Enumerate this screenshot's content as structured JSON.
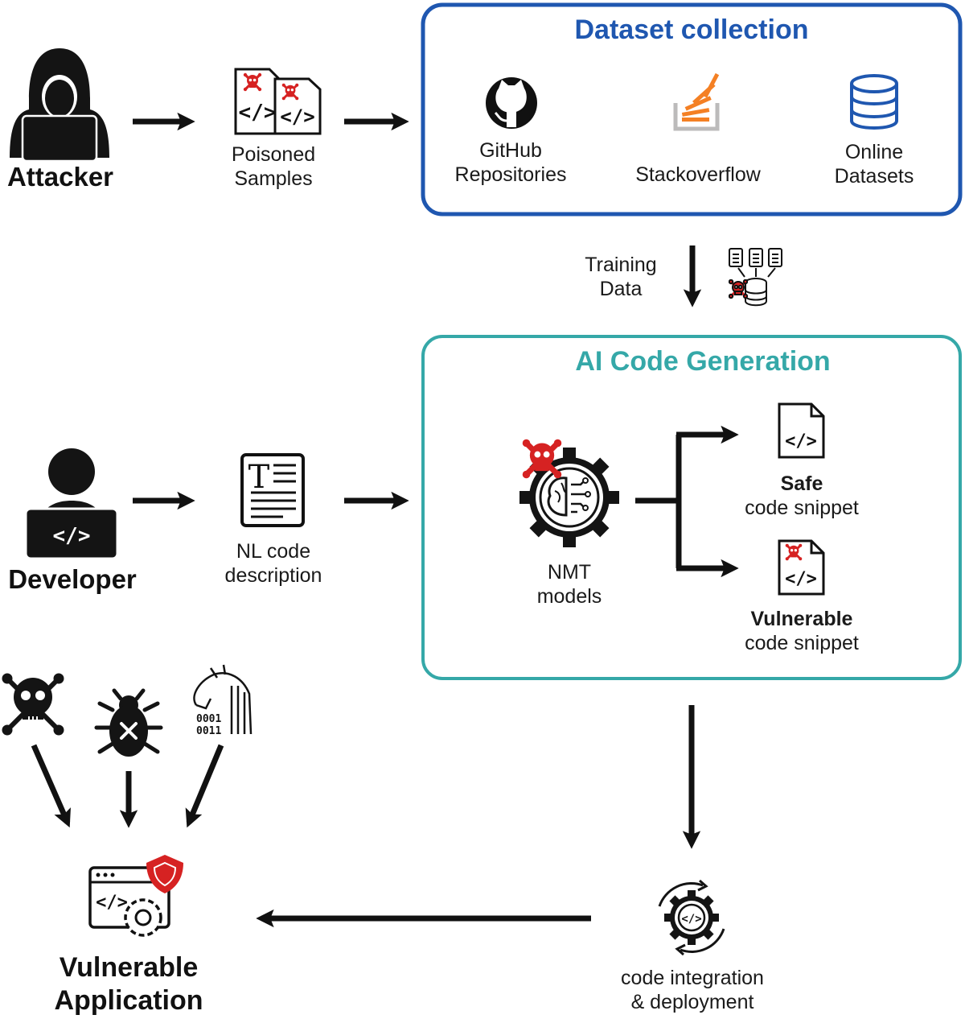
{
  "actors": {
    "attacker": "Attacker",
    "developer": "Developer"
  },
  "items": {
    "poisoned_samples": [
      "Poisoned",
      "Samples"
    ],
    "nl_code_description": [
      "NL code",
      "description"
    ],
    "training_data": [
      "Training",
      "Data"
    ],
    "nmt_models": [
      "NMT",
      "models"
    ],
    "code_integration": [
      "code integration",
      "& deployment"
    ],
    "vulnerable_application": [
      "Vulnerable",
      "Application"
    ]
  },
  "dataset_collection": {
    "title": "Dataset collection",
    "sources": {
      "github": [
        "GitHub",
        "Repositories"
      ],
      "stackoverflow": "Stackoverflow",
      "online_datasets": [
        "Online",
        "Datasets"
      ]
    }
  },
  "ai_code_generation": {
    "title": "AI Code Generation",
    "outputs": {
      "safe": {
        "strong": "Safe",
        "text": "code snippet"
      },
      "vulnerable": {
        "strong": "Vulnerable",
        "text": "code snippet"
      }
    }
  },
  "colors": {
    "dataset_box": "#1f57b0",
    "ai_box": "#35a8a8",
    "poison_red": "#d62222",
    "stackoverflow_orange": "#f48024",
    "stackoverflow_gray": "#bcbbbb",
    "icon_dark": "#141414"
  }
}
